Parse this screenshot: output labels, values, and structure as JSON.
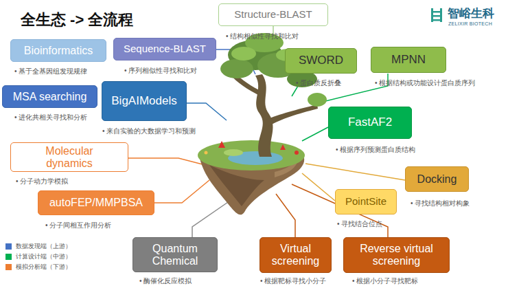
{
  "diagram": {
    "title": "全生态 -> 全流程",
    "nodes": [
      {
        "text": [
          "Structure-BLAST",
          "• 结构相似性寻找和比对"
        ]
      },
      {
        "text": [
          "Bioinformatics",
          "• 基于全基因组发现规律"
        ]
      },
      {
        "text": [
          "Sequence-BLAST",
          "• 序列相似性寻找和比对"
        ]
      },
      {
        "text": [
          "SWORD",
          "• 蛋白质反折叠"
        ]
      },
      {
        "text": [
          "MPNN",
          "• 根据结构或功能设计蛋白质序列"
        ]
      },
      {
        "text": [
          "MSA searching",
          "• 进化共相关寻找和分析"
        ]
      },
      {
        "text": [
          "BigAIModels",
          "• 来自实验的大数据学习和预测"
        ]
      },
      {
        "text": [
          "FastAF2",
          "• 根据序列预测蛋白质结构"
        ]
      },
      {
        "text": [
          "Molecular dynamics",
          "• 分子动力学模拟"
        ]
      },
      {
        "text": [
          "autoFEP/MMPBSA",
          "• 分子间相互作用分析"
        ]
      },
      {
        "text": [
          "Docking",
          "• 寻找结构相对构象"
        ]
      },
      {
        "text": [
          "PointSite",
          "• 寻找结合位点"
        ]
      },
      {
        "text": [
          "Quantum Chemical",
          "• 酶催化反应模拟"
        ]
      },
      {
        "text": [
          "Virtual screening",
          "• 根据靶标寻找小分子"
        ]
      },
      {
        "text": [
          "Reverse virtual screening",
          "• 根据小分子寻找靶标"
        ]
      }
    ],
    "labels": [
      "智峪生科",
      "ZELIXIR BIOTECH"
    ],
    "legend": [
      {
        "text": "数据发现端（上游）",
        "color": "#4472c4"
      },
      {
        "text": "计算设计端（中游）",
        "color": "#00b050"
      },
      {
        "text": "模拟分析端（下游）",
        "color": "#ed7d31"
      }
    ]
  }
}
